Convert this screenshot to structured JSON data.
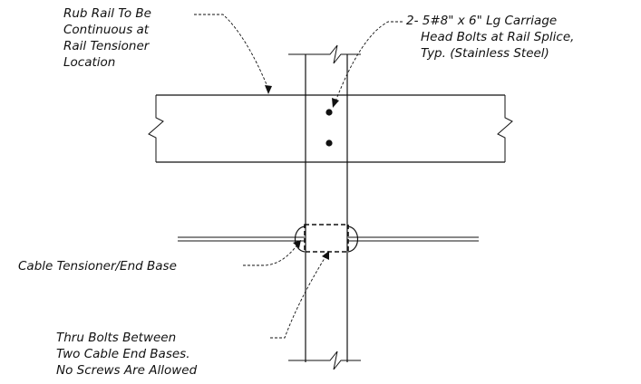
{
  "notes": {
    "rub_rail": [
      "Rub Rail To Be",
      "Continuous at",
      "Rail Tensioner",
      "Location"
    ],
    "carriage_bolts": [
      "2- 5#8\" x 6\" Lg Carriage",
      "Head Bolts at Rail Splice,",
      "Typ. (Stainless Steel)"
    ],
    "cable_tensioner": [
      "Cable Tensioner/End Base"
    ],
    "thru_bolts": [
      "Thru Bolts Between",
      "Two Cable End Bases.",
      "No Screws Are Allowed"
    ]
  }
}
